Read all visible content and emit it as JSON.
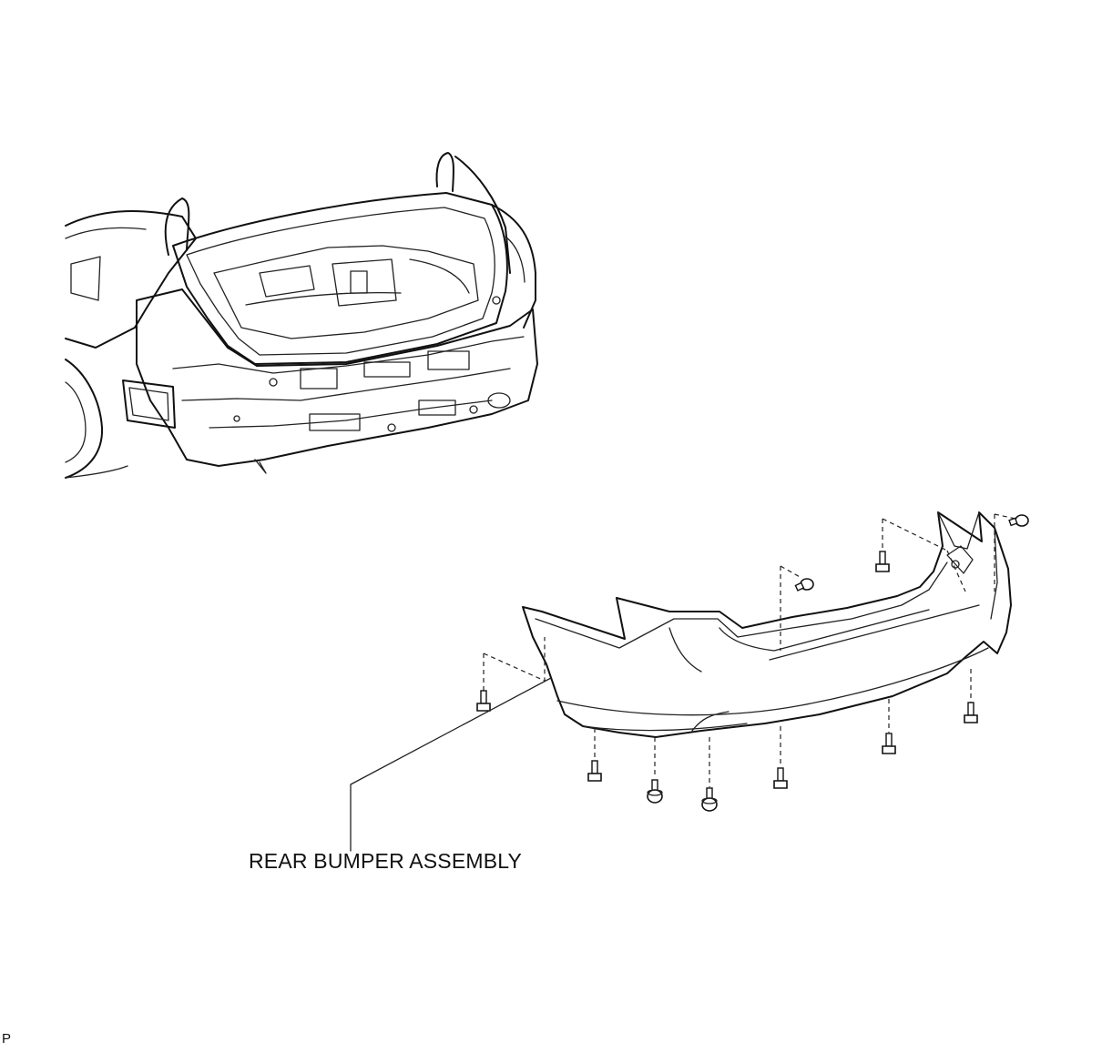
{
  "labels": {
    "part_name": "REAR BUMPER ASSEMBLY",
    "corner_mark": "P"
  },
  "components": {
    "vehicle": "vehicle-rear-body",
    "bumper": "rear-bumper-assembly",
    "fastener": "bolt-icon"
  },
  "colors": {
    "line": "#111111",
    "background": "#ffffff"
  }
}
